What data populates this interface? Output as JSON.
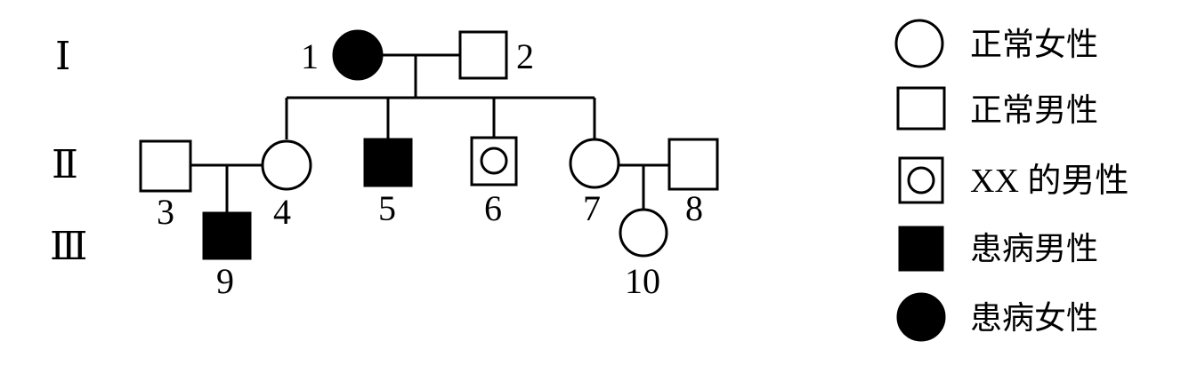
{
  "generations": [
    "Ⅰ",
    "Ⅱ",
    "Ⅲ"
  ],
  "individuals": [
    {
      "id": "1",
      "label": "1",
      "sex": "female",
      "status": "affected"
    },
    {
      "id": "2",
      "label": "2",
      "sex": "male",
      "status": "normal"
    },
    {
      "id": "3",
      "label": "3",
      "sex": "male",
      "status": "normal"
    },
    {
      "id": "4",
      "label": "4",
      "sex": "female",
      "status": "normal"
    },
    {
      "id": "5",
      "label": "5",
      "sex": "male",
      "status": "affected"
    },
    {
      "id": "6",
      "label": "6",
      "sex": "xx-male",
      "status": "normal"
    },
    {
      "id": "7",
      "label": "7",
      "sex": "female",
      "status": "normal"
    },
    {
      "id": "8",
      "label": "8",
      "sex": "male",
      "status": "normal"
    },
    {
      "id": "9",
      "label": "9",
      "sex": "male",
      "status": "affected"
    },
    {
      "id": "10",
      "label": "10",
      "sex": "female",
      "status": "normal"
    }
  ],
  "legend": [
    {
      "symbol": "female-normal",
      "label": "正常女性"
    },
    {
      "symbol": "male-normal",
      "label": "正常男性"
    },
    {
      "symbol": "xx-male",
      "label": "XX 的男性"
    },
    {
      "symbol": "male-affected",
      "label": "患病男性"
    },
    {
      "symbol": "female-affected",
      "label": "患病女性"
    }
  ]
}
